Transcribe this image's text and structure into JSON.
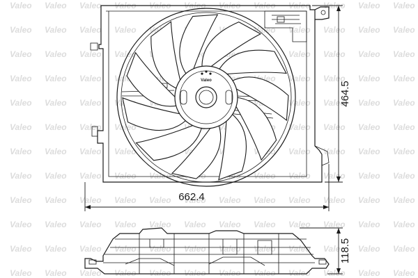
{
  "watermark": {
    "text": "Valeo"
  },
  "dimensions": {
    "width": "662.4",
    "height": "464.5",
    "depth": "118.5"
  },
  "hub_logo": "Valeo"
}
